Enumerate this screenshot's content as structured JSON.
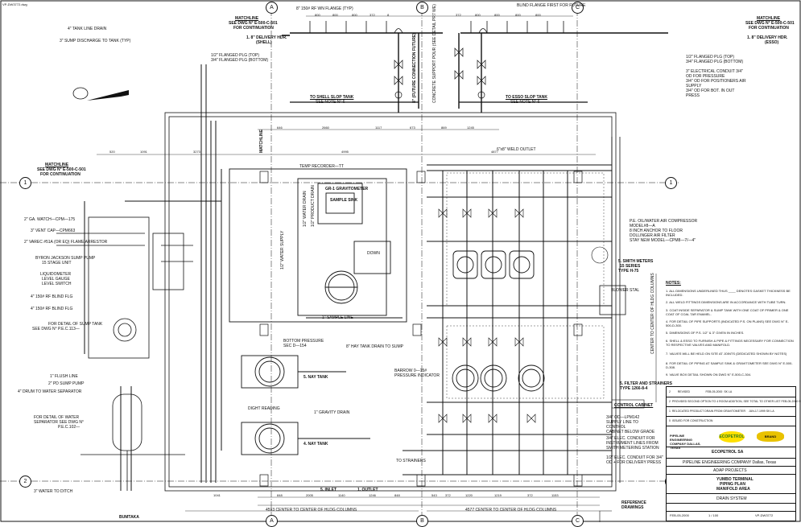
{
  "sheet_id": "VP-DW3772.dwg",
  "grid": {
    "columns": [
      "A",
      "B",
      "C"
    ],
    "rows": [
      "1",
      "2"
    ]
  },
  "matchlines": {
    "top_left": [
      "MATCHLINE",
      "SEE DWG N° E-500-C-501",
      "FOR CONTINUATION"
    ],
    "top_right": [
      "MATCHLINE",
      "SEE DWG N° E-500-C-501",
      "FOR CONTINUATION"
    ],
    "left": [
      "MATCHLINE",
      "SEE DWG N° E-500-C-501",
      "FOR CONTINUATION"
    ],
    "vertical": "MATCHLINE"
  },
  "labels": {
    "header_left_1": "4\" TANK LINE DRAIN",
    "header_left_2": "3\" SUMP DISCHARGE TO TANK (TYP)",
    "delivery_left": "1. 8\" DELIVERY HDR.",
    "delivery_left_sub": "(SHELL)",
    "delivery_right": "1. 8\" DELIVERY HDR.",
    "delivery_right_sub": "(ESSO)",
    "flange_top": "8\" 150# RF WN FLANGE (TYP)",
    "blind_flange": "BLIND FLANGE FIRST FOR FUTURE",
    "future": "8\" (FUTURE CONNECTION FUTURE)",
    "support": "CONCRETE SUPPORT POUR (SEE DETAIL PR7 WE)",
    "shell_slop": "TO SHELL SLOP TANK",
    "shell_slop_note": "SEE NOTE N° 6",
    "esso_slop": "TO ESSO SLOP TANK",
    "esso_slop_note": "SEE NOTE N° 6",
    "flanged_top": "1/2\" FLANGED PLG (TOP)",
    "flanged_bottom": "3/4\" FLANGED PLG (BOTTOM)",
    "flanged_top_r": "1/2\" FLANGED PLG (TOP)",
    "flanged_bottom_r": "3/4\" FLANGED PLG (BOTTOM)",
    "elec_conduit": "3\" ELECTRICAL CONDUIT 3/4\"",
    "elec_conduit_2": "OD FOR PRESSURE",
    "elec_conduit_3": "3/4\" OD FOR POSITIONERS AIR",
    "elec_conduit_4": "SUPPLY",
    "elec_conduit_5": "3/4\" OD FOR BOT. IN OUT",
    "elec_conduit_6": "PRESS",
    "weld_outlet": "6\"x8\" WELD OUTLET",
    "temp_recorder": "TEMP RECORDER—TT",
    "gravitometer": "GR-1 GRAVITOMETER",
    "sample_sink": "SAMPLE SINK",
    "water_drain": "1/2\" WATER DRAIN",
    "product_drain": "1/2\" PRODUCT DRAIN",
    "water_supply": "1/2\" WATER SUPPLY",
    "sample_line": "1\" SAMPLE LINE",
    "down": "DOWN",
    "ga_watch": "2\" GA. WATCH—CPM—175",
    "vent_cap": "3\" VENT CAP—CPM663",
    "varec": "2\" VAREC #51A (OR EQ) FLAME ARRESTOR",
    "byron": "BYRON JACKSON SUMP PUMP",
    "byron_2": "15 STAGE UNIT",
    "liquidometer": "LIQUIDOMETER",
    "liquidometer_2": "LEVEL GAUGE",
    "liquidometer_3": "LEVEL SWITCH",
    "blind_flg_1": "4\" 150# RF BLIND FLG",
    "blind_flg_2": "4\" 150# RF BLIND FLG",
    "sump_detail": "FOR DETAIL OF SUMP TANK",
    "sump_detail_2": "SEE DWG N° P.E.C.113—",
    "flush_line": "1\" FLUSH LINE",
    "pd_pump": "2\" PD SUMP PUMP",
    "drum_water": "4\" DRUM TO WATER SEPARATOR",
    "water_sep": "FOR DETAIL OF WATER",
    "water_sep_2": "SEPARATOR SEE DWG N°",
    "water_sep_3": "P.E.C.102—",
    "water_ditch": "3\" WATER TO DITCH",
    "ny_tank": "5. NAY TANK",
    "ny_tank_2": "4. NAY TANK",
    "bottom_pressure": "BOTTOM PRESSURE",
    "bottom_pressure_2": "SEC D—154",
    "hay_tank": "8\" HAY TANK DRAIN TO SUMP",
    "gravity_drain": "1\" GRAVITY DRAIN",
    "dight_reading": "DIGHT READING",
    "inlet": "5. INLET",
    "outlet": "1. OUTLET",
    "to_strainers": "TO STRAINERS",
    "barrow": "BARROW 0—15#",
    "barrow_2": "PRESSURE INDICATOR",
    "smith_meters": "5. SMITH METERS",
    "smith_meters_2": "15 SERIES",
    "smith_meters_3": "TYPE H-75",
    "filter_strainers": "5. FILTER AND STRAINERS",
    "filter_strainers_2": "TYPE 1266-8-4",
    "control_cabinet": "CONTROL CABINET",
    "blower_stall": "BLOWER STAL",
    "pe_oilwater": "P.E. OIL/WATER AIR COMPRESSOR",
    "pe_oilwater_2": "MODEL#8—A",
    "pe_oilwater_3": "8 INCH ANCHOR TO FLOOR",
    "pe_oilwater_4": "DOLLINGER AIR FILTER",
    "pe_oilwater_5": "STAY NEW MODEL—CPM8—7/—4\"",
    "elec_control": "3/4\" OD—LPM142",
    "elec_control_2": "SUPPLY LINE TO",
    "elec_control_3": "CONTROL",
    "elec_control_4": "CABINET BELOW GRADE",
    "elec_conduit_b": "3/4\" ELEC. CONDUIT FOR",
    "elec_conduit_b2": "INSTRUMENT LINES FROM",
    "elec_conduit_b3": "SMITH METERING STATION",
    "elec_conduit_c": "1/2\" ELEC. CONDUIT FOR 3/4\"",
    "elec_conduit_c2": "OD + FOR DELIVERY PRESS",
    "center_left": "4593 CENTER TO CENTER OF HLDG COLUMNS",
    "center_right": "4577 CENTER TO CENTER OF HLDG COLUMNS",
    "reference": "REFERENCE",
    "reference_2": "DRAWINGS",
    "side_text": "CENTER TO CENTER OF HLDG COLUMNS",
    "bumtaka": "BUMTAKA"
  },
  "dims_top": [
    "800",
    "800",
    "800",
    "372",
    "8",
    "372",
    "800",
    "800",
    "800",
    "800"
  ],
  "dims_mid": [
    "646",
    "2660",
    "1117",
    "673",
    "869",
    "1245"
  ],
  "dims_row2": [
    "520",
    "1091",
    "3273",
    "4995",
    "4877"
  ],
  "dims_bottom": [
    "1041",
    "848",
    "2005",
    "1140",
    "1246",
    "848",
    "543",
    "372",
    "1220",
    "1219",
    "372",
    "1153"
  ],
  "notes": {
    "title": "NOTES:",
    "items": [
      "1. ALL DIMENSIONS UNDERLINED THUS ____ DENOTES GASKET THICKNESS BE INCLUDED.",
      "2. ALL WELD FITTINGS DIMENSIONS ARE IN ACCORDANCE WITH TUBE TURN.",
      "3. COAT INSIDE SEPARATOR & SUMP TANK WITH ONE COAT OF PRIMER & ONE COAT OF COAL TAR ENAMEL.",
      "4. FOR DETAIL OF PIPE SUPPORTS (INDICATED P.S. ON PLANS) SEE DWG N° E-500-D-300.",
      "5. DIMENSIONS OF P.S. 1/2\" & 3\" GIVEN IN INCHES.",
      "6. SHELL & ESSO TO FURNISH & PIPE & FITTINGS NECESSARY FOR CONNECTION TO RESPECTIVE VALVES AND MANIFOLD.",
      "7. VALVES WILL BE HELD ON SITE AT JOINTS (DEDICATED SHOWN BY NOTES)",
      "8. FOR DETAIL OF PIPING AT SAMPLE SINK & GRAVITOMETER SEE DWG N° E-500-D-308.",
      "9. VALVE BOX DETAIL SHOWN ON DWG N° E-500-C-304."
    ]
  },
  "revisions": [
    {
      "no": "2",
      "desc": "REVISED",
      "date": "FEB-05-2000",
      "by": "SK",
      "chk": "LA"
    },
    {
      "no": "2",
      "desc": "PROVIDED SECOND OPTION TO 4 ROOM ADDITION, SEE TOTAL TO OTHER LIST",
      "date": "FEB-05-2000",
      "by": "SK",
      "chk": "LA"
    },
    {
      "no": "1",
      "desc": "RELOCATED PRODUCT DRAIN FROM GRAVITOMETER",
      "date": "JUN-17-1999",
      "by": "SK",
      "chk": "LA"
    },
    {
      "no": "0",
      "desc": "ISSUED FOR CONSTRUCTION",
      "date": "",
      "by": "",
      "chk": ""
    }
  ],
  "title_block": {
    "company": "ECOPETROL SA",
    "engineering": "PIPELINE ENGINEERING COMPANY Dallas, Texas",
    "projects": "ADAP PROJECTS",
    "terminal": "YUMBO TERMINAL",
    "piping_plan": "PIPING PLAN",
    "manifold": "MANIFOLD AREA",
    "drain": "DRAIN SYSTEM",
    "scale": "1 / 100",
    "date": "FEB-05-2000",
    "dwg_no": "VP-DW3772",
    "logo_left": "PIPELINE ENGINEERING COMPANY DALLAS, TEXAS",
    "logo_mid": "ECOPETROL",
    "logo_right": "BRAND"
  },
  "colors": {
    "ink": "#111111",
    "paper": "#ffffff",
    "logo_yellow": "#ffe000",
    "logo_green": "#2a7a1c"
  }
}
